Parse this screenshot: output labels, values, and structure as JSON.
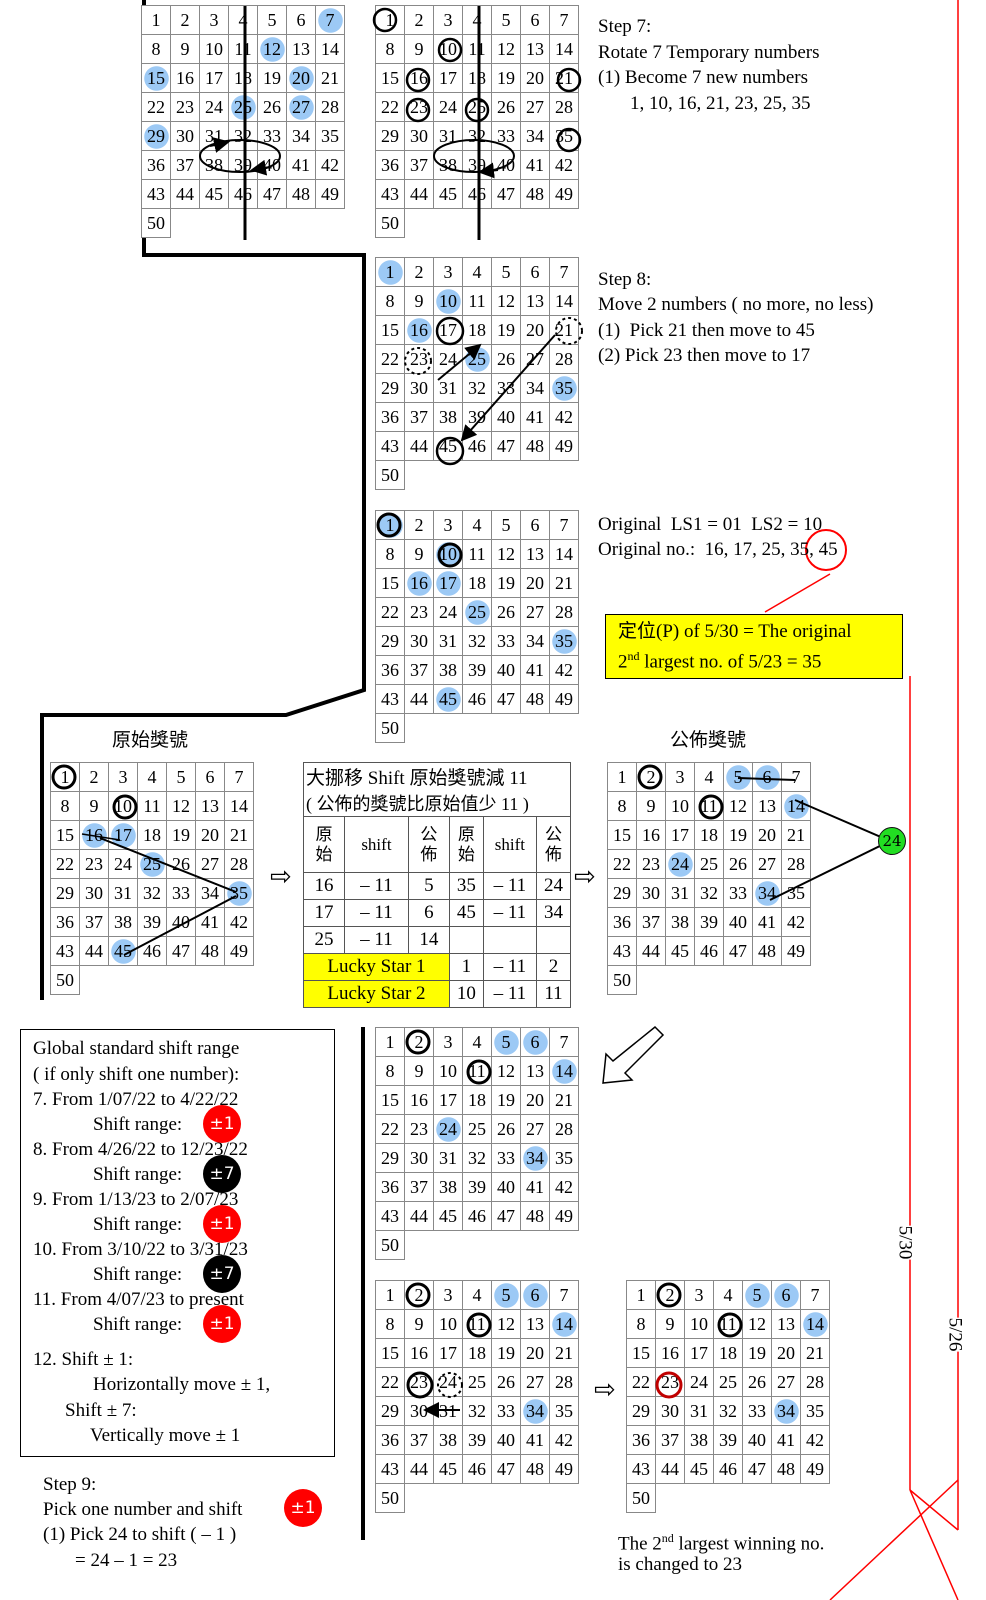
{
  "grids": {
    "g1": {
      "blue": [
        7,
        12,
        15,
        20,
        25,
        27,
        29
      ]
    },
    "g2": {
      "blue": []
    },
    "g3": {
      "blue": [
        1,
        10,
        16,
        25,
        35
      ]
    },
    "g4": {
      "blue": [
        1,
        10,
        16,
        17,
        25,
        35,
        45
      ]
    },
    "g5": {
      "blue": [
        16,
        17,
        25,
        35,
        45
      ]
    },
    "g6": {
      "blue": [
        5,
        6,
        14,
        24,
        34
      ]
    },
    "g7": {
      "blue": [
        5,
        6,
        14,
        24,
        34
      ]
    },
    "g8": {
      "blue": [
        5,
        6,
        14,
        34
      ]
    },
    "g9": {
      "blue": [
        5,
        6,
        14,
        34
      ]
    }
  },
  "step7": {
    "title": "Step 7:",
    "line1": "Rotate 7 Temporary numbers",
    "line2": "(1) Become 7 new numbers",
    "line3": "1, 10, 16, 21, 23, 25, 35"
  },
  "step8": {
    "title": "Step 8:",
    "line1": "Move 2 numbers ( no more, no less)",
    "line2": "(1)  Pick 21 then move to 45",
    "line3": "(2) Pick 23 then move to 17"
  },
  "original": {
    "line1": "Original  LS1 = 01  LS2 = 10",
    "line2": "Original no.:  16, 17, 25, 35, 45"
  },
  "yellow_note": {
    "line1": "定位(P) of 5/30 = The original",
    "line2_a": "2",
    "line2_sup": "nd",
    "line2_b": " largest no. of 5/23 = 35"
  },
  "labels": {
    "original_numbers": "原始獎號",
    "announced_numbers": "公佈獎號"
  },
  "shift_table": {
    "title1": "大挪移 Shift 原始獎號減 11",
    "title2": "( 公佈的獎號比原始值少 11 )",
    "h_orig": "原\n始",
    "h_shift": "shift",
    "h_pub": "公\n佈",
    "rows": [
      [
        "16",
        "– 11",
        "5",
        "35",
        "– 11",
        "24"
      ],
      [
        "17",
        "– 11",
        "6",
        "45",
        "– 11",
        "34"
      ],
      [
        "25",
        "– 11",
        "14",
        "",
        "",
        ""
      ]
    ],
    "lucky": [
      [
        "Lucky Star 1",
        "1",
        "– 11",
        "2"
      ],
      [
        "Lucky Star 2",
        "10",
        "– 11",
        "11"
      ]
    ]
  },
  "green_dot": "24",
  "global_shift": {
    "title1": "Global standard shift range",
    "title2": "( if only shift one number):",
    "items": [
      {
        "period": "7. From 1/07/22 to 4/22/22",
        "range": "Shift range:",
        "badge": "±1",
        "color": "#ff0000"
      },
      {
        "period": "8. From 4/26/22 to 12/23/22",
        "range": "Shift range:",
        "badge": "±7",
        "color": "#000000"
      },
      {
        "period": "9. From 1/13/23 to 2/07/23",
        "range": "Shift range:",
        "badge": "±1",
        "color": "#ff0000"
      },
      {
        "period": "10. From 3/10/22 to 3/31/23",
        "range": "Shift range:",
        "badge": "±7",
        "color": "#000000"
      },
      {
        "period": "11. From 4/07/23 to present",
        "range": "Shift range:",
        "badge": "±1",
        "color": "#ff0000"
      }
    ],
    "item12_a": "12. Shift ± 1:",
    "item12_b": "Horizontally move ± 1,",
    "item12_c": "Shift ± 7:",
    "item12_d": "Vertically move ± 1"
  },
  "step9": {
    "title": "Step 9:",
    "line1": "Pick one number and shift",
    "badge": "±1",
    "line2": "(1) Pick 24 to shift ( – 1 )",
    "line3": "= 24 – 1 = 23"
  },
  "final_note": {
    "line1_a": "The 2",
    "line1_sup": "nd",
    "line1_b": " largest winning no.",
    "line2": "is changed to 23"
  },
  "dates": {
    "d1": "5/30",
    "d2": "5/26"
  },
  "colors": {
    "blue": "#9cc9f5",
    "yellow": "#ffff00",
    "red": "#ff0000",
    "green": "#22dd22"
  }
}
